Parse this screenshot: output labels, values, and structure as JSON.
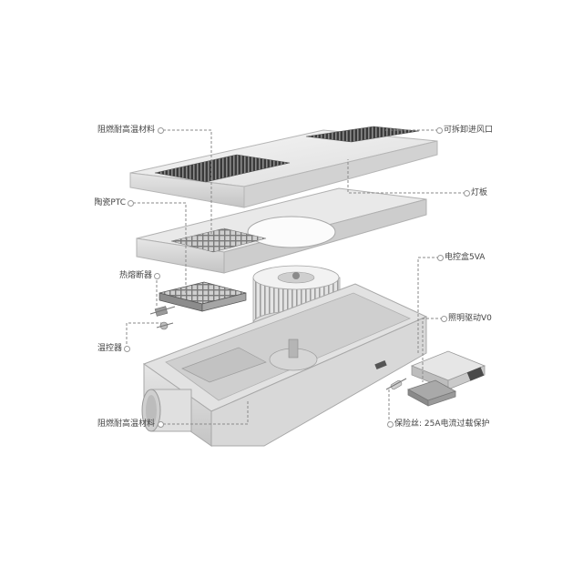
{
  "diagram": {
    "labels": {
      "flame_retardant_top": "阻燃耐高温材料",
      "detachable_inlet": "可拆卸进风口",
      "ceramic_ptc": "陶瓷PTC",
      "light_panel": "灯板",
      "thermal_fuse": "热熔断器",
      "control_box": "电控盒5VA",
      "lighting_driver": "照明驱动V0",
      "thermostat": "温控器",
      "flame_retardant_bottom": "阻燃耐高温材料",
      "fuse_protection": "保险丝: 25A电流过载保护"
    }
  }
}
